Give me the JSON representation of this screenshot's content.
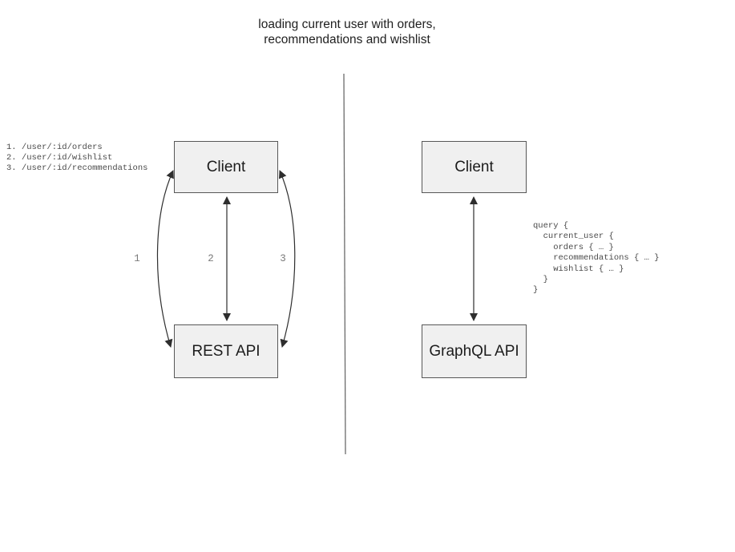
{
  "title": "loading current user with orders,\nrecommendations and wishlist",
  "left_diagram": {
    "client_label": "Client",
    "api_label": "REST API",
    "endpoints": "1. /user/:id/orders\n2. /user/:id/wishlist\n3. /user/:id/recommendations",
    "arrow_labels": [
      "1",
      "2",
      "3"
    ]
  },
  "right_diagram": {
    "client_label": "Client",
    "api_label": "GraphQL API",
    "query": "query {\n  current_user {\n    orders { … }\n    recommendations { … }\n    wishlist { … }\n  }\n}"
  },
  "colors": {
    "box_fill": "#f0f0f0",
    "box_border": "#575757",
    "arrow": "#2e2e2e",
    "divider": "#6b6b6b",
    "code_text": "#4a4a4a",
    "arrow_label_text": "#7a7a7a",
    "title_text": "#1f1f1f"
  }
}
